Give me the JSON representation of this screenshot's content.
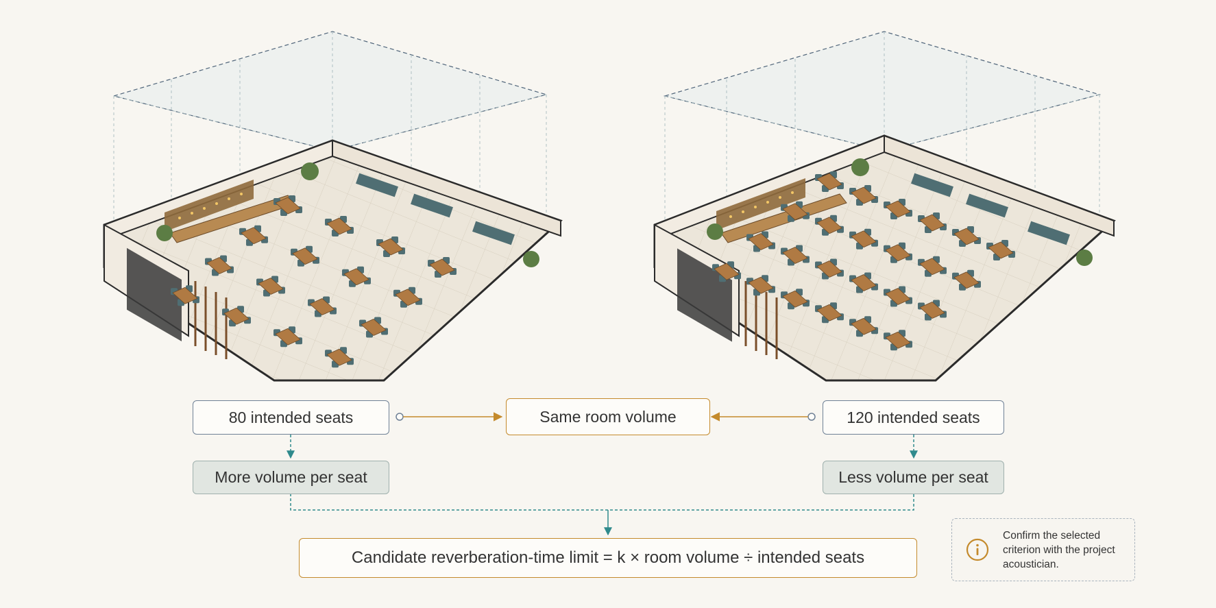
{
  "boxes": {
    "left_seats": "80 intended seats",
    "same_volume": "Same room volume",
    "right_seats": "120 intended seats",
    "more_volume": "More volume per seat",
    "less_volume": "Less volume per seat",
    "formula": "Candidate reverberation-time limit = k × room volume ÷ intended seats"
  },
  "note": {
    "icon": "info-icon",
    "text": "Confirm the selected criterion with the project acoustician."
  },
  "illustrations": [
    {
      "name": "restaurant-layout-80-seats",
      "dining_tables": 16
    },
    {
      "name": "restaurant-layout-120-seats",
      "dining_tables": 24
    }
  ],
  "colors": {
    "background": "#f8f6f1",
    "slate": "#6f8196",
    "gold": "#c48a2c",
    "teal": "#2f8a8c",
    "fill": "#e1e6e1"
  }
}
